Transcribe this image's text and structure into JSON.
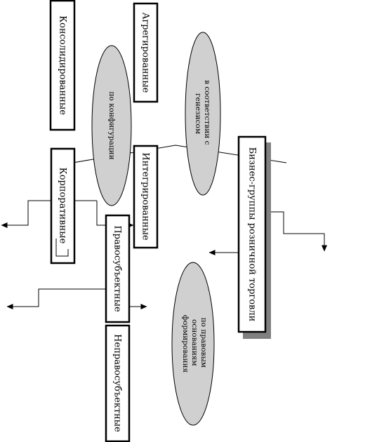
{
  "diagram": {
    "main_box": "Бизнес-группы розничной торговли",
    "boxes": {
      "consolidated": "Консолидированные",
      "corporate": "Корпоративные",
      "aggregated": "Агрегированные",
      "integrated": "Интегрированные",
      "legal_subject": "Правосубъектные",
      "non_legal_subject": "Неправосубъектные"
    },
    "ellipses": {
      "by_configuration": "по конфигурации",
      "by_genesis": [
        "в соответствии с",
        "генезисом"
      ],
      "by_legal_basis": [
        "по правовым",
        "основаниям",
        "формирования"
      ]
    }
  }
}
